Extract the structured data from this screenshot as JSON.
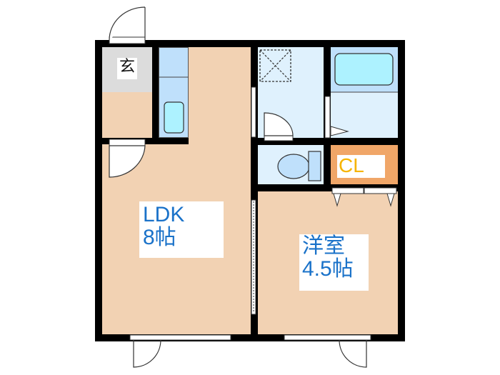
{
  "floorplan": {
    "rooms": {
      "genkan": {
        "label": "玄"
      },
      "ldk": {
        "name": "LDK",
        "size": "8帖"
      },
      "western_room": {
        "name": "洋室",
        "size": "4.5帖"
      },
      "closet": {
        "label": "CL"
      },
      "kitchen": {},
      "washroom": {},
      "bathroom": {},
      "toilet": {}
    },
    "colors": {
      "wall": "#000000",
      "floor_wood": "#f2d2b3",
      "genkan": "#dcdcdc",
      "water_area": "#dff1fd",
      "kitchen_counter": "#bfe0fb",
      "fixture": "#adf2ff",
      "closet": "#f0a668",
      "closet_label": "#f6b400",
      "room_label": "#1a72c9"
    }
  }
}
